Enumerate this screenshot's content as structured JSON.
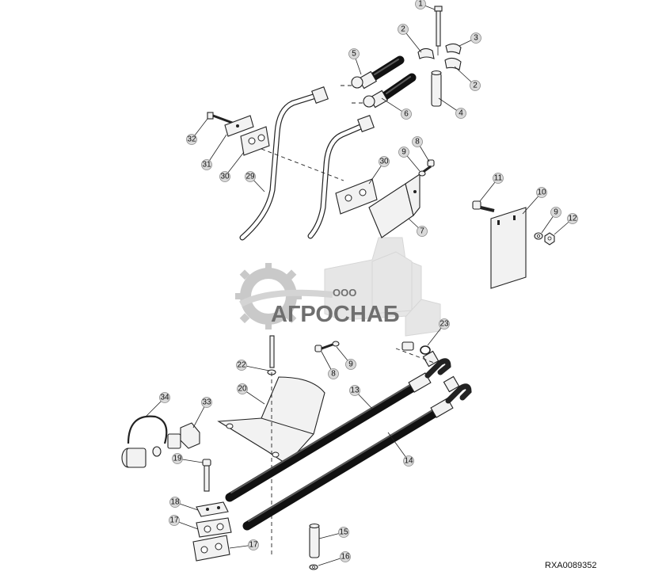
{
  "diagram_code": "RXA0089352",
  "callouts": [
    "1",
    "2",
    "3",
    "5",
    "2",
    "6",
    "4",
    "32",
    "31",
    "30",
    "29",
    "8",
    "9",
    "30",
    "7",
    "11",
    "10",
    "9",
    "12",
    "23",
    "22",
    "8",
    "9",
    "20",
    "13",
    "34",
    "33",
    "19",
    "14",
    "18",
    "17",
    "17",
    "15",
    "16"
  ],
  "watermark": {
    "prefix": "ООО",
    "name": "АГРОСНАБ",
    "colors": {
      "gear": "#c9c9c9",
      "text": "#6f6f6f"
    }
  },
  "colors": {
    "badge": "#d9d9d9",
    "line": "#222222",
    "hose": "#111111"
  }
}
